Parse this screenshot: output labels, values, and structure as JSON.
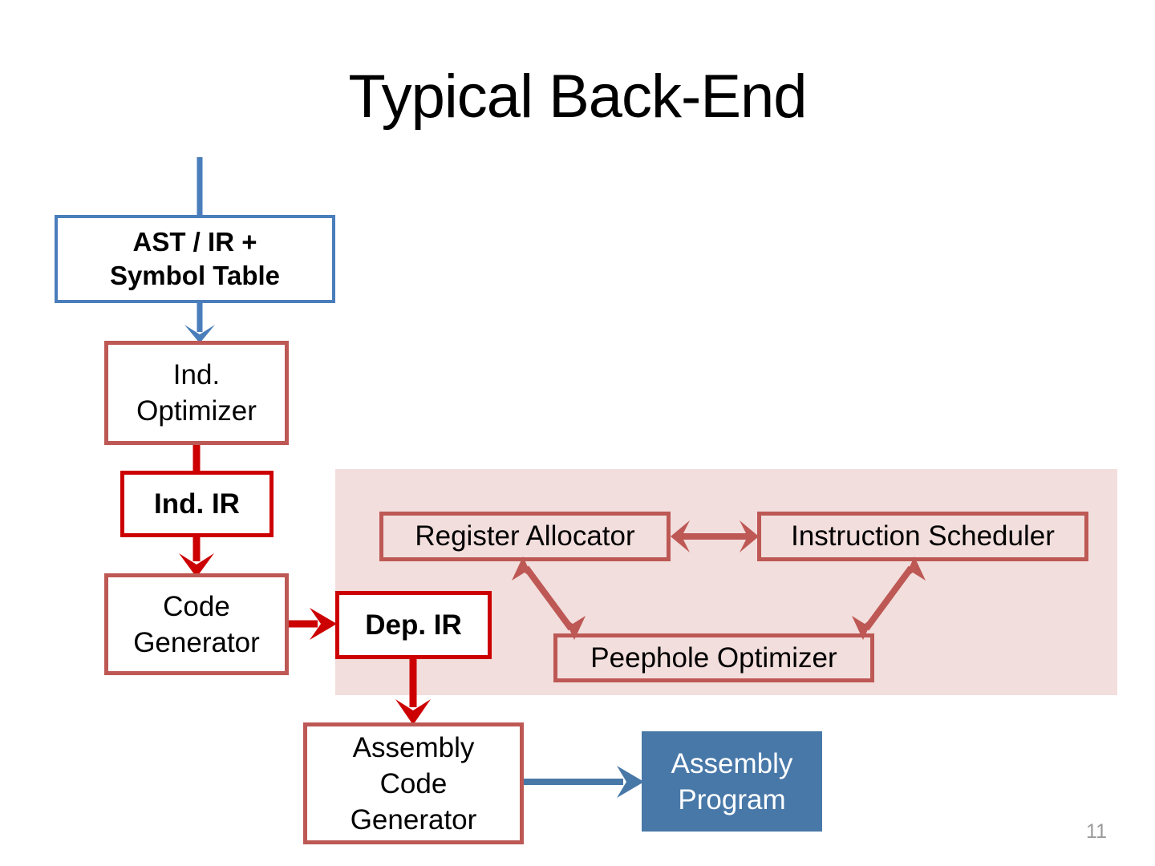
{
  "slide": {
    "title": "Typical Back-End",
    "number": "11"
  },
  "colors": {
    "blue_outline": "#4A7EBB",
    "blue_fill": "#4878A8",
    "red_soft": "#BD5855",
    "red_bright": "#CC0000",
    "panel_pink": "#F2DEDC",
    "slide_number_gray": "#9a9a9a",
    "text_black": "#000000",
    "text_white": "#FFFFFF"
  },
  "nodes": {
    "ast_ir_symbol_table": "AST / IR +\nSymbol Table",
    "ind_optimizer": "Ind.\nOptimizer",
    "ind_ir": "Ind. IR",
    "code_generator": "Code\nGenerator",
    "dep_ir": "Dep. IR",
    "register_allocator": "Register Allocator",
    "instruction_scheduler": "Instruction Scheduler",
    "peephole_optimizer": "Peephole Optimizer",
    "assembly_code_generator": "Assembly\nCode\nGenerator",
    "assembly_program": "Assembly\nProgram"
  },
  "edges": [
    {
      "name": "input-to-ast",
      "from": "input",
      "to": "ast_ir_symbol_table",
      "style": "blue-line",
      "arrow": "none"
    },
    {
      "name": "ast-to-ind-optimizer",
      "from": "ast_ir_symbol_table",
      "to": "ind_optimizer",
      "style": "blue-line",
      "arrow": "single"
    },
    {
      "name": "ind-optimizer-to-ind-ir",
      "from": "ind_optimizer",
      "to": "ind_ir",
      "style": "red-line",
      "arrow": "none"
    },
    {
      "name": "ind-ir-to-code-generator",
      "from": "ind_ir",
      "to": "code_generator",
      "style": "red-line",
      "arrow": "single"
    },
    {
      "name": "code-generator-to-dep-ir",
      "from": "code_generator",
      "to": "dep_ir",
      "style": "red-line",
      "arrow": "single"
    },
    {
      "name": "dep-ir-to-assembly-code-generator",
      "from": "dep_ir",
      "to": "assembly_code_generator",
      "style": "red-line",
      "arrow": "single"
    },
    {
      "name": "register-allocator-to-instruction-scheduler",
      "from": "register_allocator",
      "to": "instruction_scheduler",
      "style": "red-soft-line",
      "arrow": "double"
    },
    {
      "name": "register-allocator-to-peephole-optimizer",
      "from": "register_allocator",
      "to": "peephole_optimizer",
      "style": "red-soft-line",
      "arrow": "double"
    },
    {
      "name": "instruction-scheduler-to-peephole-optimizer",
      "from": "instruction_scheduler",
      "to": "peephole_optimizer",
      "style": "red-soft-line",
      "arrow": "double"
    },
    {
      "name": "assembly-code-generator-to-assembly-program",
      "from": "assembly_code_generator",
      "to": "assembly_program",
      "style": "blue-line",
      "arrow": "single"
    }
  ]
}
